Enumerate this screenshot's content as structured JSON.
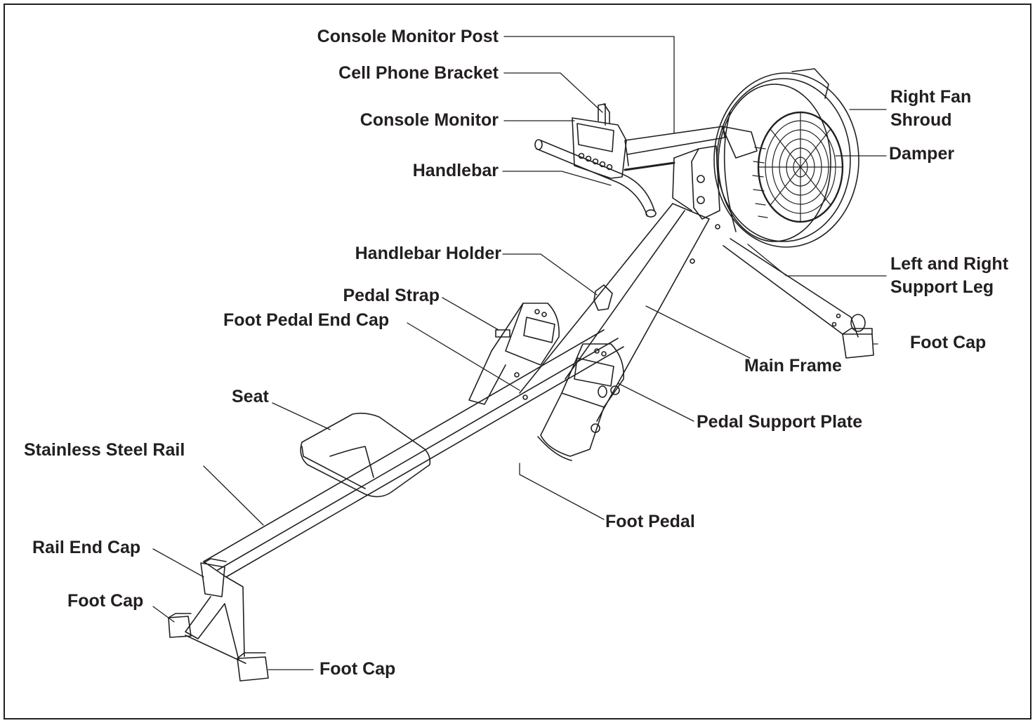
{
  "labels": {
    "console_monitor_post": "Console Monitor Post",
    "cell_phone_bracket": "Cell Phone Bracket",
    "console_monitor": "Console Monitor",
    "handlebar": "Handlebar",
    "handlebar_holder": "Handlebar Holder",
    "pedal_strap": "Pedal Strap",
    "foot_pedal_end_cap": "Foot Pedal End Cap",
    "seat": "Seat",
    "stainless_steel_rail": "Stainless Steel Rail",
    "rail_end_cap": "Rail End Cap",
    "foot_cap_left": "Foot Cap",
    "foot_cap_bottom": "Foot Cap",
    "foot_cap_right": "Foot Cap",
    "right_fan_shroud_1": "Right Fan",
    "right_fan_shroud_2": "Shroud",
    "damper": "Damper",
    "support_leg_1": "Left and Right",
    "support_leg_2": "Support Leg",
    "main_frame": "Main Frame",
    "pedal_support_plate": "Pedal Support Plate",
    "foot_pedal": "Foot Pedal"
  },
  "colors": {
    "ink": "#231f20",
    "background": "#ffffff"
  }
}
